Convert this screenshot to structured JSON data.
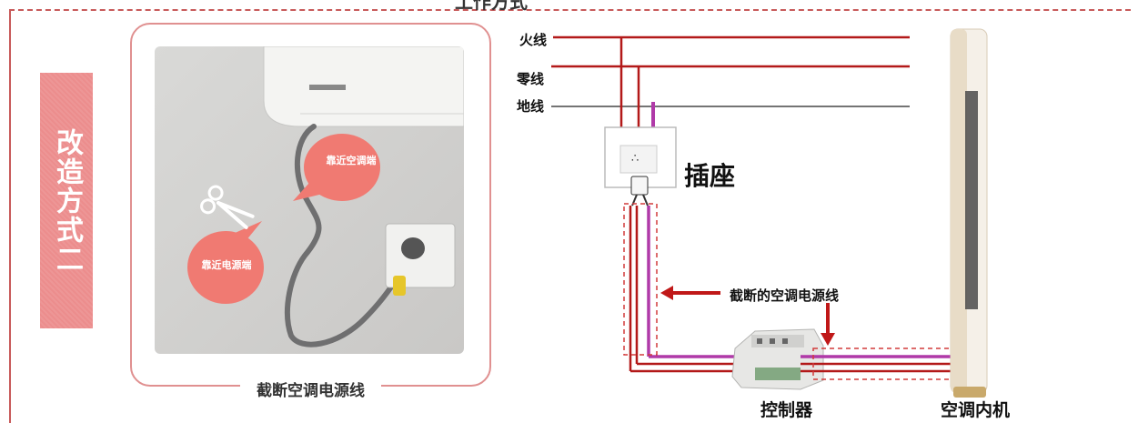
{
  "top_title": "工作方式",
  "side_label": "改造方式二",
  "photo": {
    "bubble_ac": "靠近空调端",
    "bubble_power": "靠近电源端",
    "caption": "截断空调电源线",
    "scissors_icon": "scissors-icon"
  },
  "diagram": {
    "wire_live": "火线",
    "wire_neutral": "零线",
    "wire_ground": "地线",
    "socket_label": "插座",
    "cut_cable_label": "截断的空调电源线",
    "controller_label": "控制器",
    "indoor_unit_label": "空调内机"
  },
  "colors": {
    "frame": "#c85a5a",
    "side_label_bg": "#ec8d8d",
    "bubble": "#f07a72",
    "wire_red": "#b31919",
    "wire_purple": "#b03aa8",
    "dashed_box": "#d23b3b",
    "arrow": "#c01818"
  }
}
